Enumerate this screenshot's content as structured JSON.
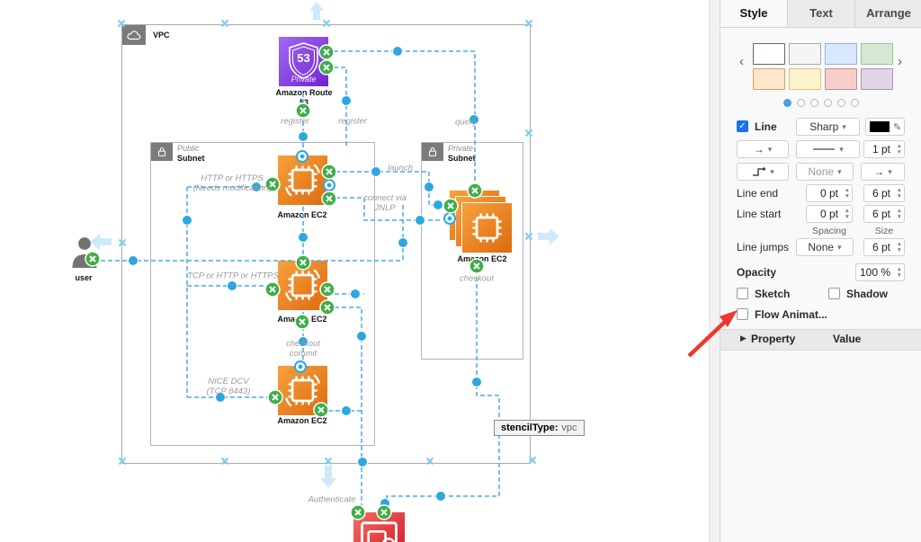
{
  "icons": {
    "chevron_down": "▾",
    "pencil": "✎",
    "chev_left": "‹",
    "chev_right": "›",
    "disclosure": "▶",
    "spin_up": "▲",
    "spin_down": "▼",
    "check": "✓",
    "arrow_right": "→"
  },
  "panel": {
    "tabs": [
      {
        "label": "Style"
      },
      {
        "label": "Text"
      },
      {
        "label": "Arrange"
      }
    ],
    "swatches": [
      {
        "fill": "#ffffff",
        "border": "#666666"
      },
      {
        "fill": "#f5f5f5",
        "border": "#aaaaaa"
      },
      {
        "fill": "#dae8fc",
        "border": "#8eb3dd"
      },
      {
        "fill": "#d5e8d4",
        "border": "#9ac28f"
      },
      {
        "fill": "#ffe6cc",
        "border": "#d7a35f"
      },
      {
        "fill": "#fff2cc",
        "border": "#d6c775"
      },
      {
        "fill": "#f8cecc",
        "border": "#c98a87"
      },
      {
        "fill": "#e1d5e7",
        "border": "#a893b4"
      }
    ],
    "line": {
      "label": "Line",
      "style": "Sharp",
      "width": "1 pt",
      "waypoints": "None",
      "end_label": "Line end",
      "start_label": "Line start",
      "end_spacing": "0 pt",
      "end_size": "6 pt",
      "start_spacing": "0 pt",
      "start_size": "6 pt",
      "col_spacing": "Spacing",
      "col_size": "Size",
      "jumps_label": "Line jumps",
      "jumps_value": "None",
      "jumps_size": "6 pt",
      "stroke_color": "#000000"
    },
    "opacity": {
      "label": "Opacity",
      "value": "100 %"
    },
    "sketch": "Sketch",
    "shadow": "Shadow",
    "flow": "Flow Animat...",
    "prop_header": "Property",
    "value_header": "Value"
  },
  "canvas": {
    "vpc": "VPC",
    "public1": "Public",
    "public2": "Subnet",
    "private1": "Private",
    "private2": "Subnet",
    "r53_badge": "53",
    "r53_inner": "Private",
    "r53_label1": "Amazon Route",
    "r53_label2": "53",
    "ec2": "Amazon EC2",
    "user": "user",
    "edges": {
      "register1": "register",
      "register2": "register",
      "query": "query",
      "launch": "launch",
      "jnlp": "connect via\nJNLP",
      "http": "HTTP or HTTPS\n(Needs modification)",
      "tcp": "TCP or HTTP or HTTPS",
      "checkout_commit": "checkout\ncommit",
      "nice": "NICE DCV\n(TCP 8443)",
      "checkout": "checkout",
      "auth": "Authenticate"
    },
    "tooltip_key": "stencilType:",
    "tooltip_value": "vpc"
  },
  "colors": {
    "edge": "#4aa8e8",
    "handle_dot": "#2ea7e0",
    "connection_badge": "#3fae49",
    "selection_x": "#7fcdf6",
    "nav_arrow": "#cfe9fb",
    "annotation_arrow": "#f0372b"
  }
}
